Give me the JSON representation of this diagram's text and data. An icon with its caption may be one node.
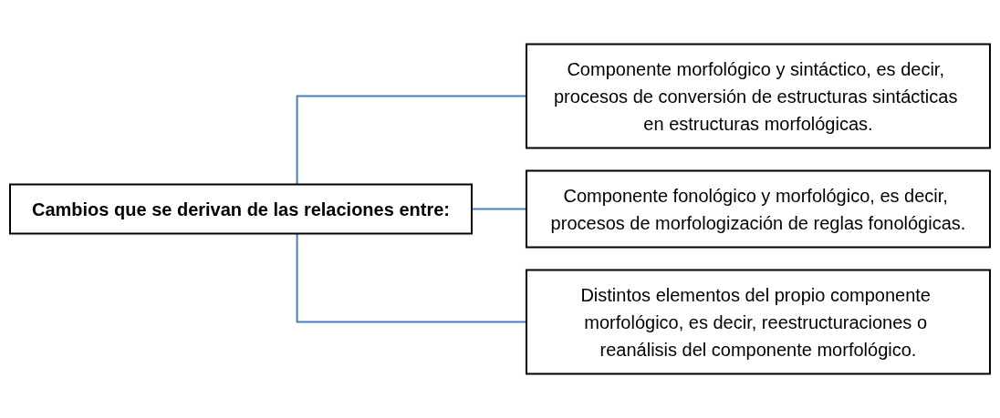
{
  "diagram": {
    "nodes": [
      {
        "text": [
          "Cambios que se derivan de las relaciones entre:"
        ]
      },
      {
        "text": [
          "Componente morfológico y sintáctico, es decir, procesos de conversión de estructuras sintácticas en estructuras morfológicas."
        ]
      },
      {
        "text": [
          "Componente fonológico y morfológico, es decir, procesos de morfologización de reglas fonológicas."
        ]
      },
      {
        "text": [
          "Distintos elementos del propio componente morfológico, es decir, reestructuraciones o reanálisis del componente morfológico."
        ]
      }
    ],
    "edges": [
      {
        "from": 0,
        "to": 1,
        "arrow": "none"
      },
      {
        "from": 0,
        "to": 2,
        "arrow": "none"
      },
      {
        "from": 0,
        "to": 3,
        "arrow": "none"
      }
    ]
  }
}
